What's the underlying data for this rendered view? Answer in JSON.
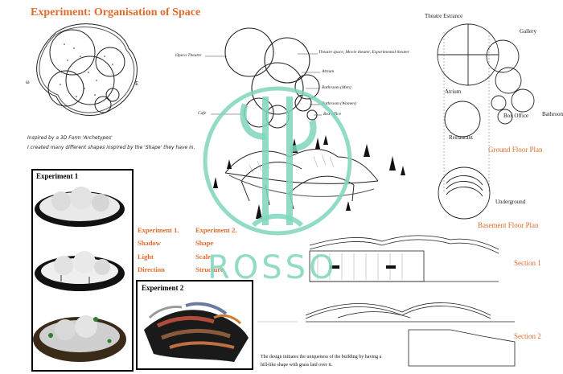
{
  "page": {
    "title": "Experiment: Organisation of Space"
  },
  "sketch_notes": {
    "left_marks": [
      "ω",
      "E"
    ],
    "note_line1": "Inspired by a 3D Form 'Archetypes'",
    "note_line2": "I created many different shapes inspired by the 'Shape' they have in."
  },
  "middle_sketch": {
    "labels": {
      "theatre": "Opera Theatre",
      "theatre_right": "Theatre space, Movie theater, Experimental theater",
      "atrium": "Atrium",
      "bathroom_men": "Bathroom (Men)",
      "bathroom_women": "Bathroom (Women)",
      "office": "Box office",
      "cafe": "Cafe"
    }
  },
  "plans": {
    "ground_labels": {
      "theatre_entrance": "Theatre Estrance",
      "gallery": "Gallery",
      "atrium": "Atrium",
      "box_office": "Box Office",
      "bathroom": "Bathroom",
      "restaurant": "Restaurant"
    },
    "ground_caption": "Ground Floor Plan",
    "basement_label": "Underground",
    "basement_caption": "Basement Floor Plan"
  },
  "sections": {
    "section1": "Section 1",
    "section2": "Section 2"
  },
  "experiment1": {
    "title": "Experiment 1"
  },
  "experiment2": {
    "title": "Experiment 2"
  },
  "experiment_words": {
    "col1_heading": "Experiment 1.",
    "col1": [
      "Shadow",
      "Light",
      "Direction"
    ],
    "col2_heading": "Experiment 2.",
    "col2": [
      "Shape",
      "Scale",
      "Structure"
    ]
  },
  "description": {
    "line1": "The design initiates the uniqueness of the building by having a",
    "line2": "hill-like shape with grass laid over it."
  },
  "watermark": {
    "text": "ROSSO",
    "color": "#7fd6bd"
  },
  "colors": {
    "accent": "#e06a2b"
  }
}
